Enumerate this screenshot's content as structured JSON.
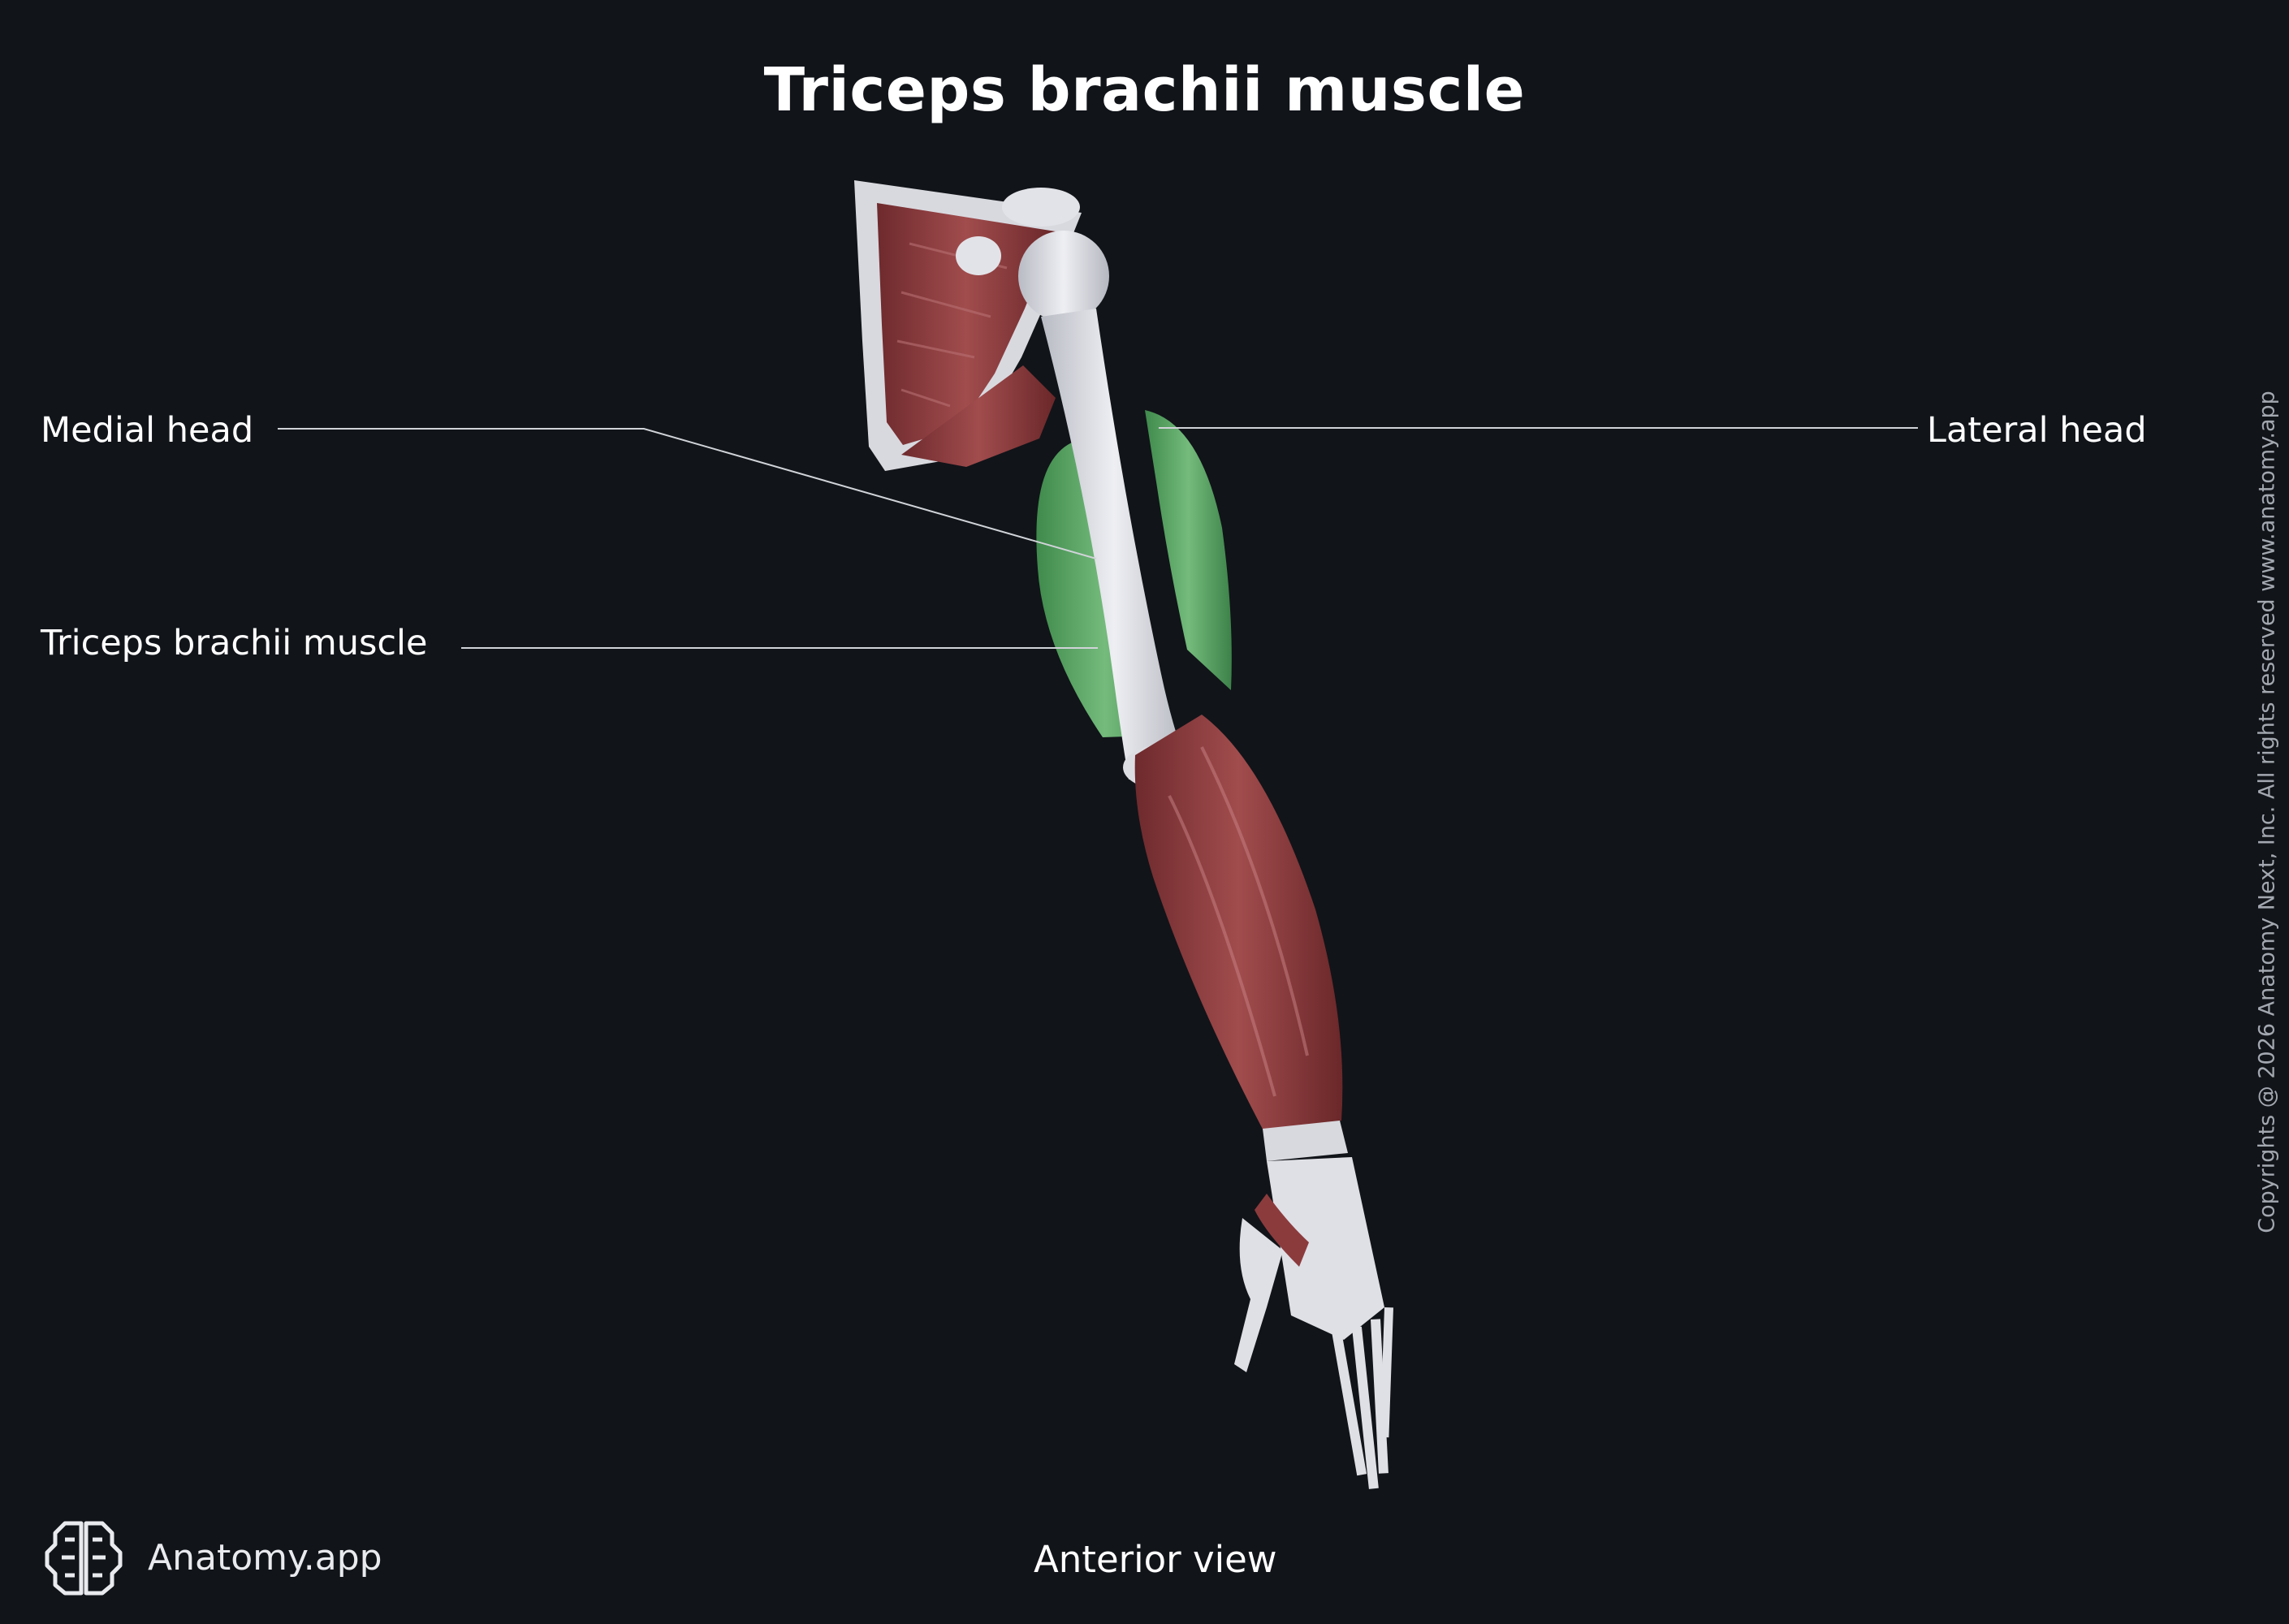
{
  "title": "Triceps brachii muscle",
  "labels": {
    "medial_head": "Medial head",
    "triceps": "Triceps brachii muscle",
    "lateral_head": "Lateral head"
  },
  "view": "Anterior view",
  "brand": "Anatomy.app",
  "copyright": "Copyrights @ 2026 Anatomy Next, Inc. All rights reserved www.anatomy.app",
  "colors": {
    "background": "#111419",
    "highlight": "#5fa868",
    "muscle": "#8a3a3c",
    "bone": "#dcdde3"
  },
  "icons": {
    "logo": "brain-logo-icon"
  }
}
